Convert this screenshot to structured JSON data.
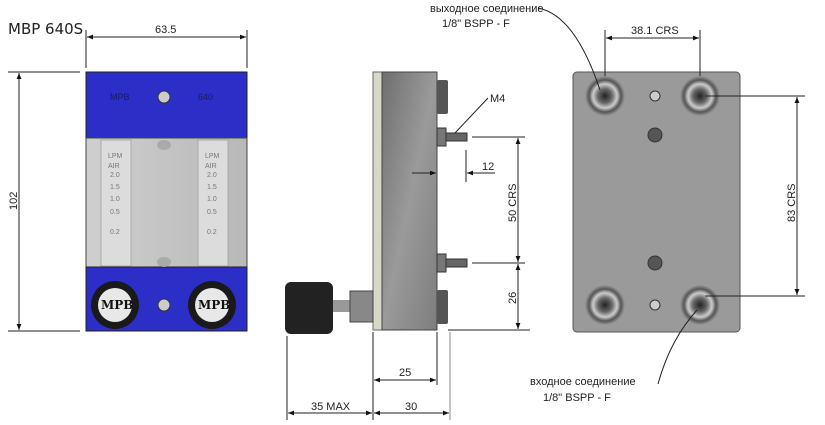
{
  "title": "MBP 640S",
  "front_view": {
    "width_dim": "63.5",
    "height_dim": "102",
    "panel_label_left": "MPB",
    "panel_label_right": "640",
    "knob_label_left": "MPB",
    "knob_label_right": "MPB",
    "tube_scale": [
      "LPM",
      "AIR",
      "2.0",
      "1.5",
      "1.0",
      "0.5",
      "0.2"
    ]
  },
  "side_view": {
    "thread_label": "M4",
    "stud_length_dim": "12",
    "stud_spacing_dim": "50 CRS",
    "bottom_offset_dim": "26",
    "body_depth_dim": "25",
    "knob_dim": "35 MAX",
    "total_depth_dim": "30"
  },
  "rear_view": {
    "outlet_label": "выходное соединение",
    "outlet_thread": "1/8\" BSPP - F",
    "inlet_label": "входное соединение",
    "inlet_thread": "1/8\" BSPP - F",
    "horizontal_spacing_dim": "38.1 CRS",
    "vertical_spacing_dim": "83 CRS"
  },
  "colors": {
    "panel_blue": "#2b2fc8",
    "body_grey": "#8a8a8a"
  }
}
